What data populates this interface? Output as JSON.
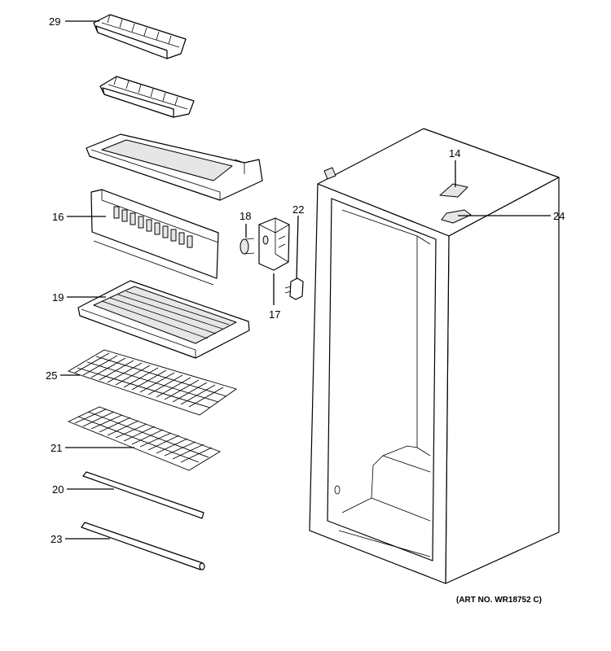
{
  "callouts": [
    {
      "id": "p29",
      "text": "29"
    },
    {
      "id": "p16",
      "text": "16"
    },
    {
      "id": "p19",
      "text": "19"
    },
    {
      "id": "p25",
      "text": "25"
    },
    {
      "id": "p21",
      "text": "21"
    },
    {
      "id": "p20",
      "text": "20"
    },
    {
      "id": "p23",
      "text": "23"
    },
    {
      "id": "p18",
      "text": "18"
    },
    {
      "id": "p22",
      "text": "22"
    },
    {
      "id": "p17",
      "text": "17"
    },
    {
      "id": "p14",
      "text": "14"
    },
    {
      "id": "p24",
      "text": "24"
    }
  ],
  "art_number": "(ART NO. WR18752 C)"
}
